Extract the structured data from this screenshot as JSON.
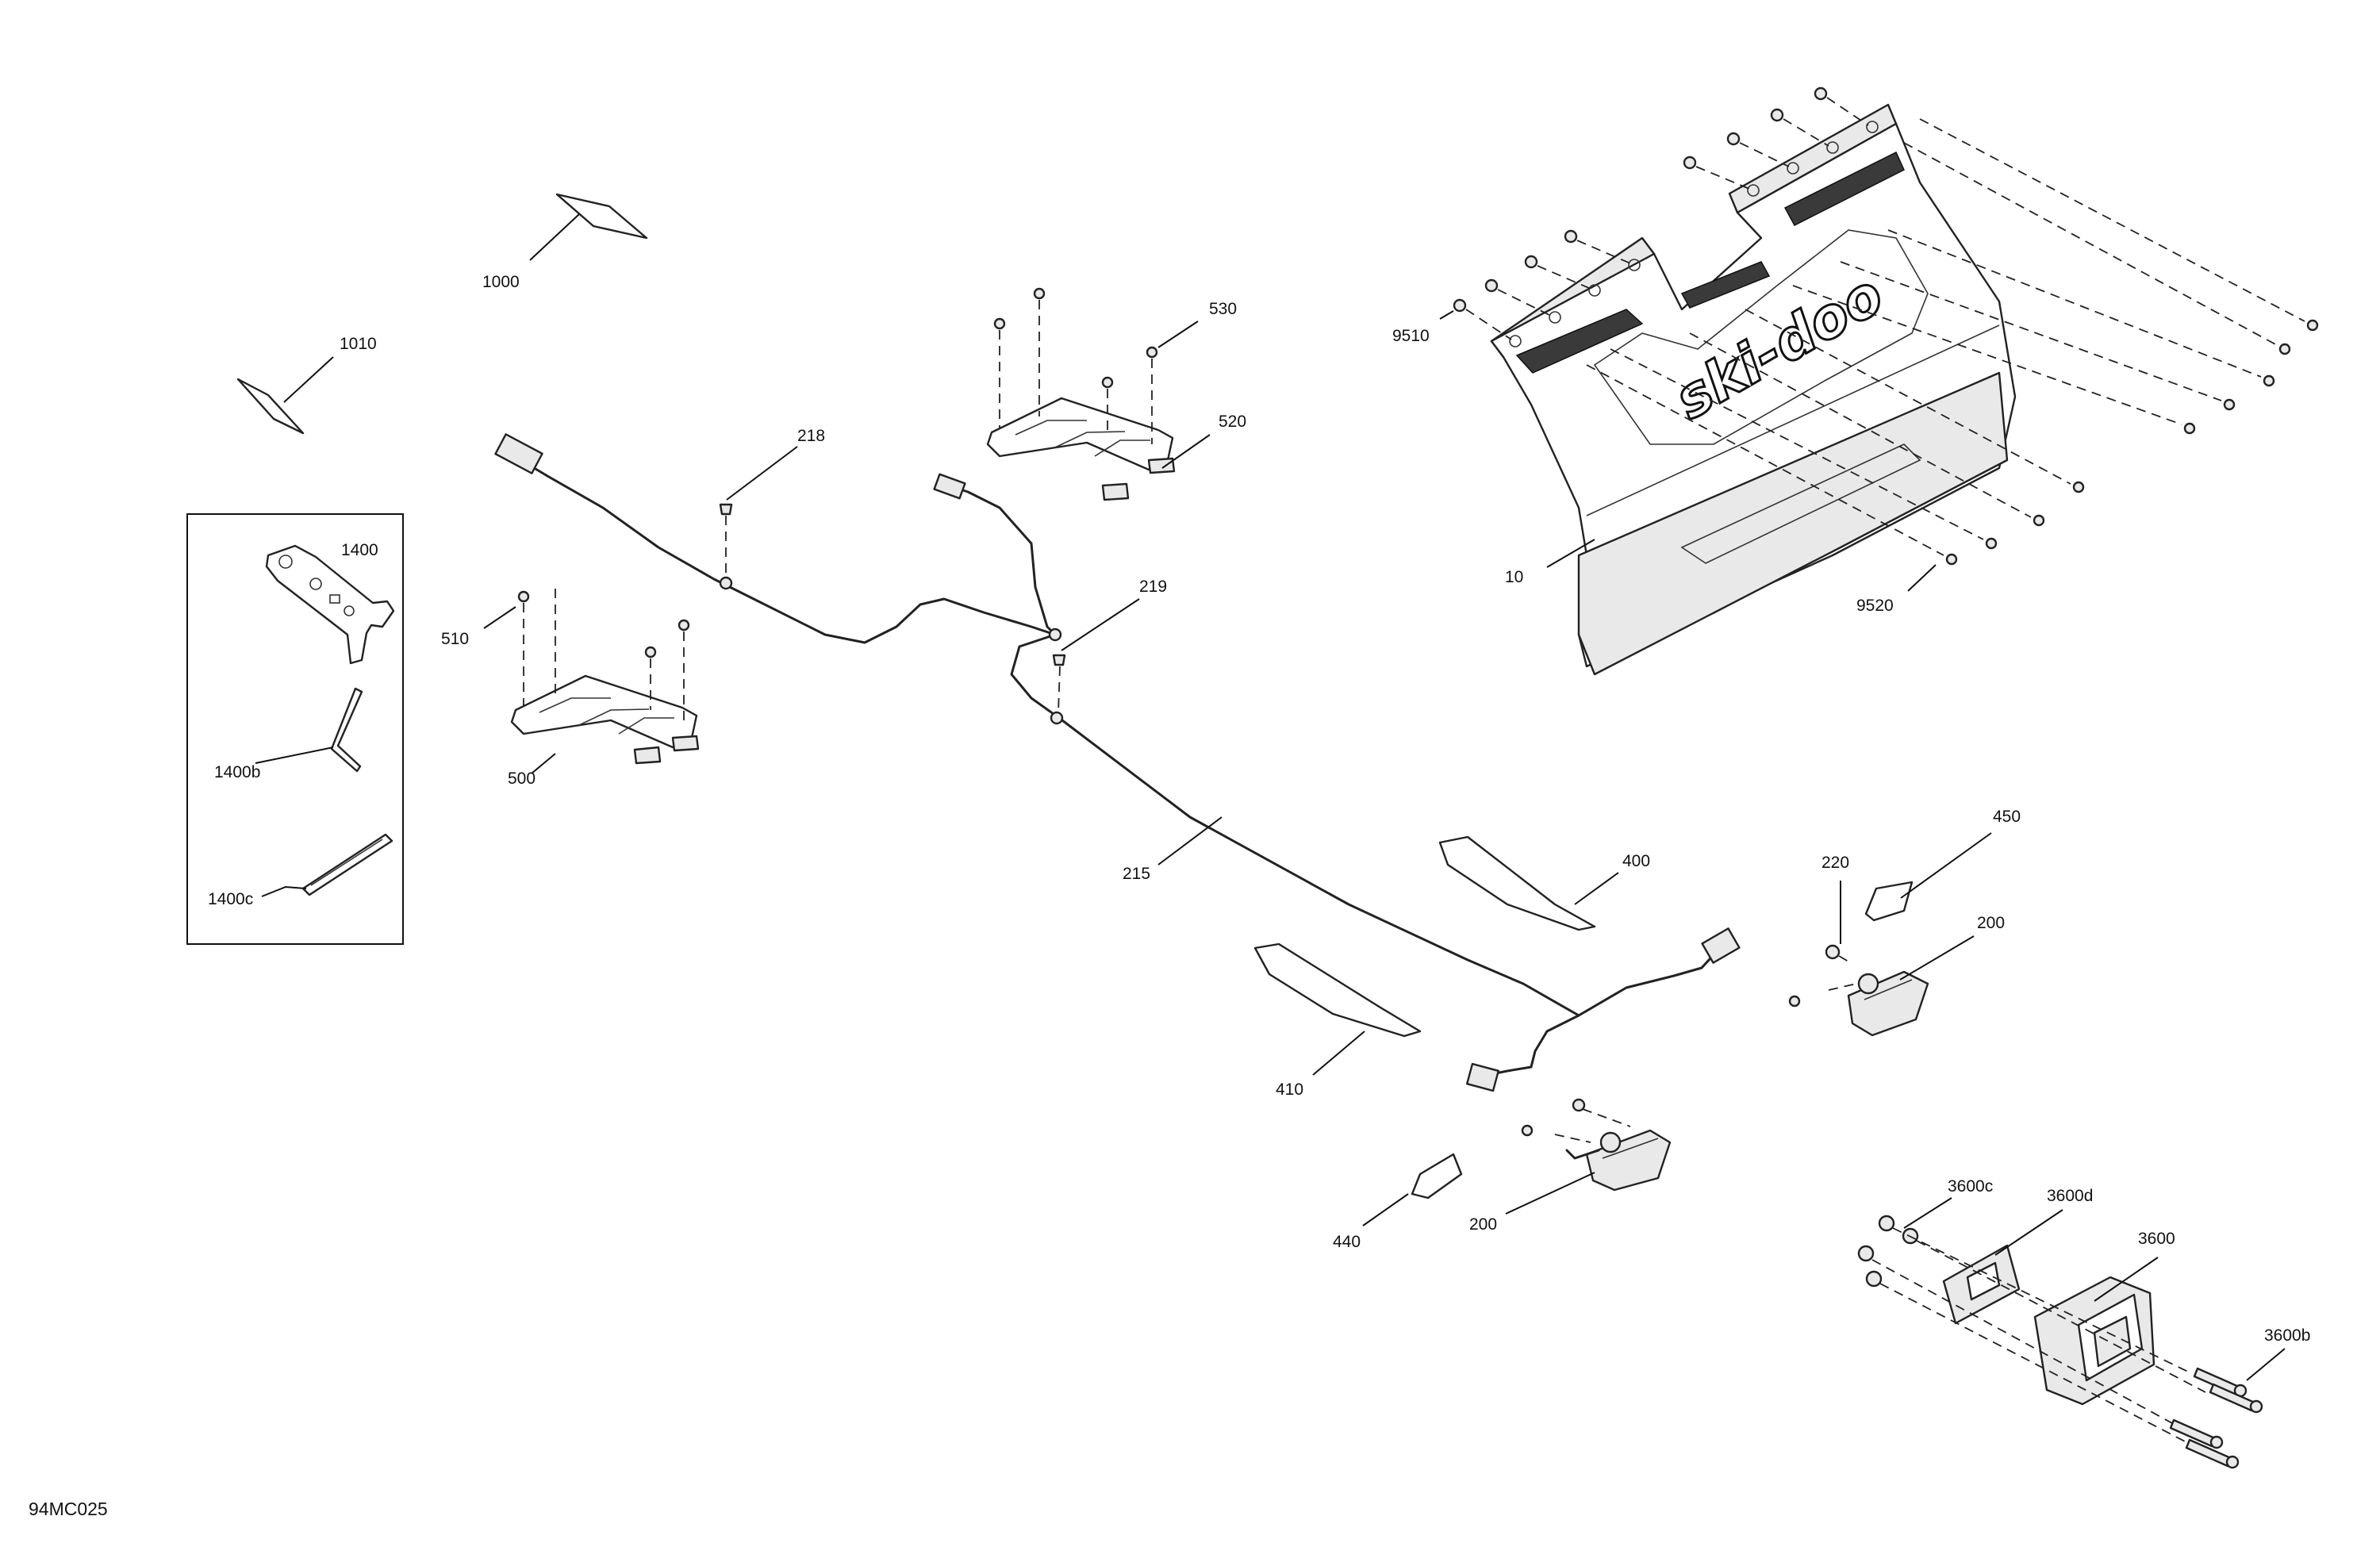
{
  "diagram": {
    "document_id": "94MC025",
    "brand_logo_text": "ski-doo",
    "part_labels": [
      {
        "id": "p1000",
        "text": "1000"
      },
      {
        "id": "p1010",
        "text": "1010"
      },
      {
        "id": "p1400",
        "text": "1400"
      },
      {
        "id": "p1400b",
        "text": "1400b"
      },
      {
        "id": "p1400c",
        "text": "1400c"
      },
      {
        "id": "p218",
        "text": "218"
      },
      {
        "id": "p219",
        "text": "219"
      },
      {
        "id": "p215",
        "text": "215"
      },
      {
        "id": "p510",
        "text": "510"
      },
      {
        "id": "p500",
        "text": "500"
      },
      {
        "id": "p530",
        "text": "530"
      },
      {
        "id": "p520",
        "text": "520"
      },
      {
        "id": "p9510",
        "text": "9510"
      },
      {
        "id": "p10",
        "text": "10"
      },
      {
        "id": "p9520",
        "text": "9520"
      },
      {
        "id": "p400",
        "text": "400"
      },
      {
        "id": "p410",
        "text": "410"
      },
      {
        "id": "p440",
        "text": "440"
      },
      {
        "id": "p200a",
        "text": "200"
      },
      {
        "id": "p200b",
        "text": "200"
      },
      {
        "id": "p220",
        "text": "220"
      },
      {
        "id": "p450",
        "text": "450"
      },
      {
        "id": "p3600c",
        "text": "3600c"
      },
      {
        "id": "p3600d",
        "text": "3600d"
      },
      {
        "id": "p3600",
        "text": "3600"
      },
      {
        "id": "p3600b",
        "text": "3600b"
      }
    ]
  }
}
